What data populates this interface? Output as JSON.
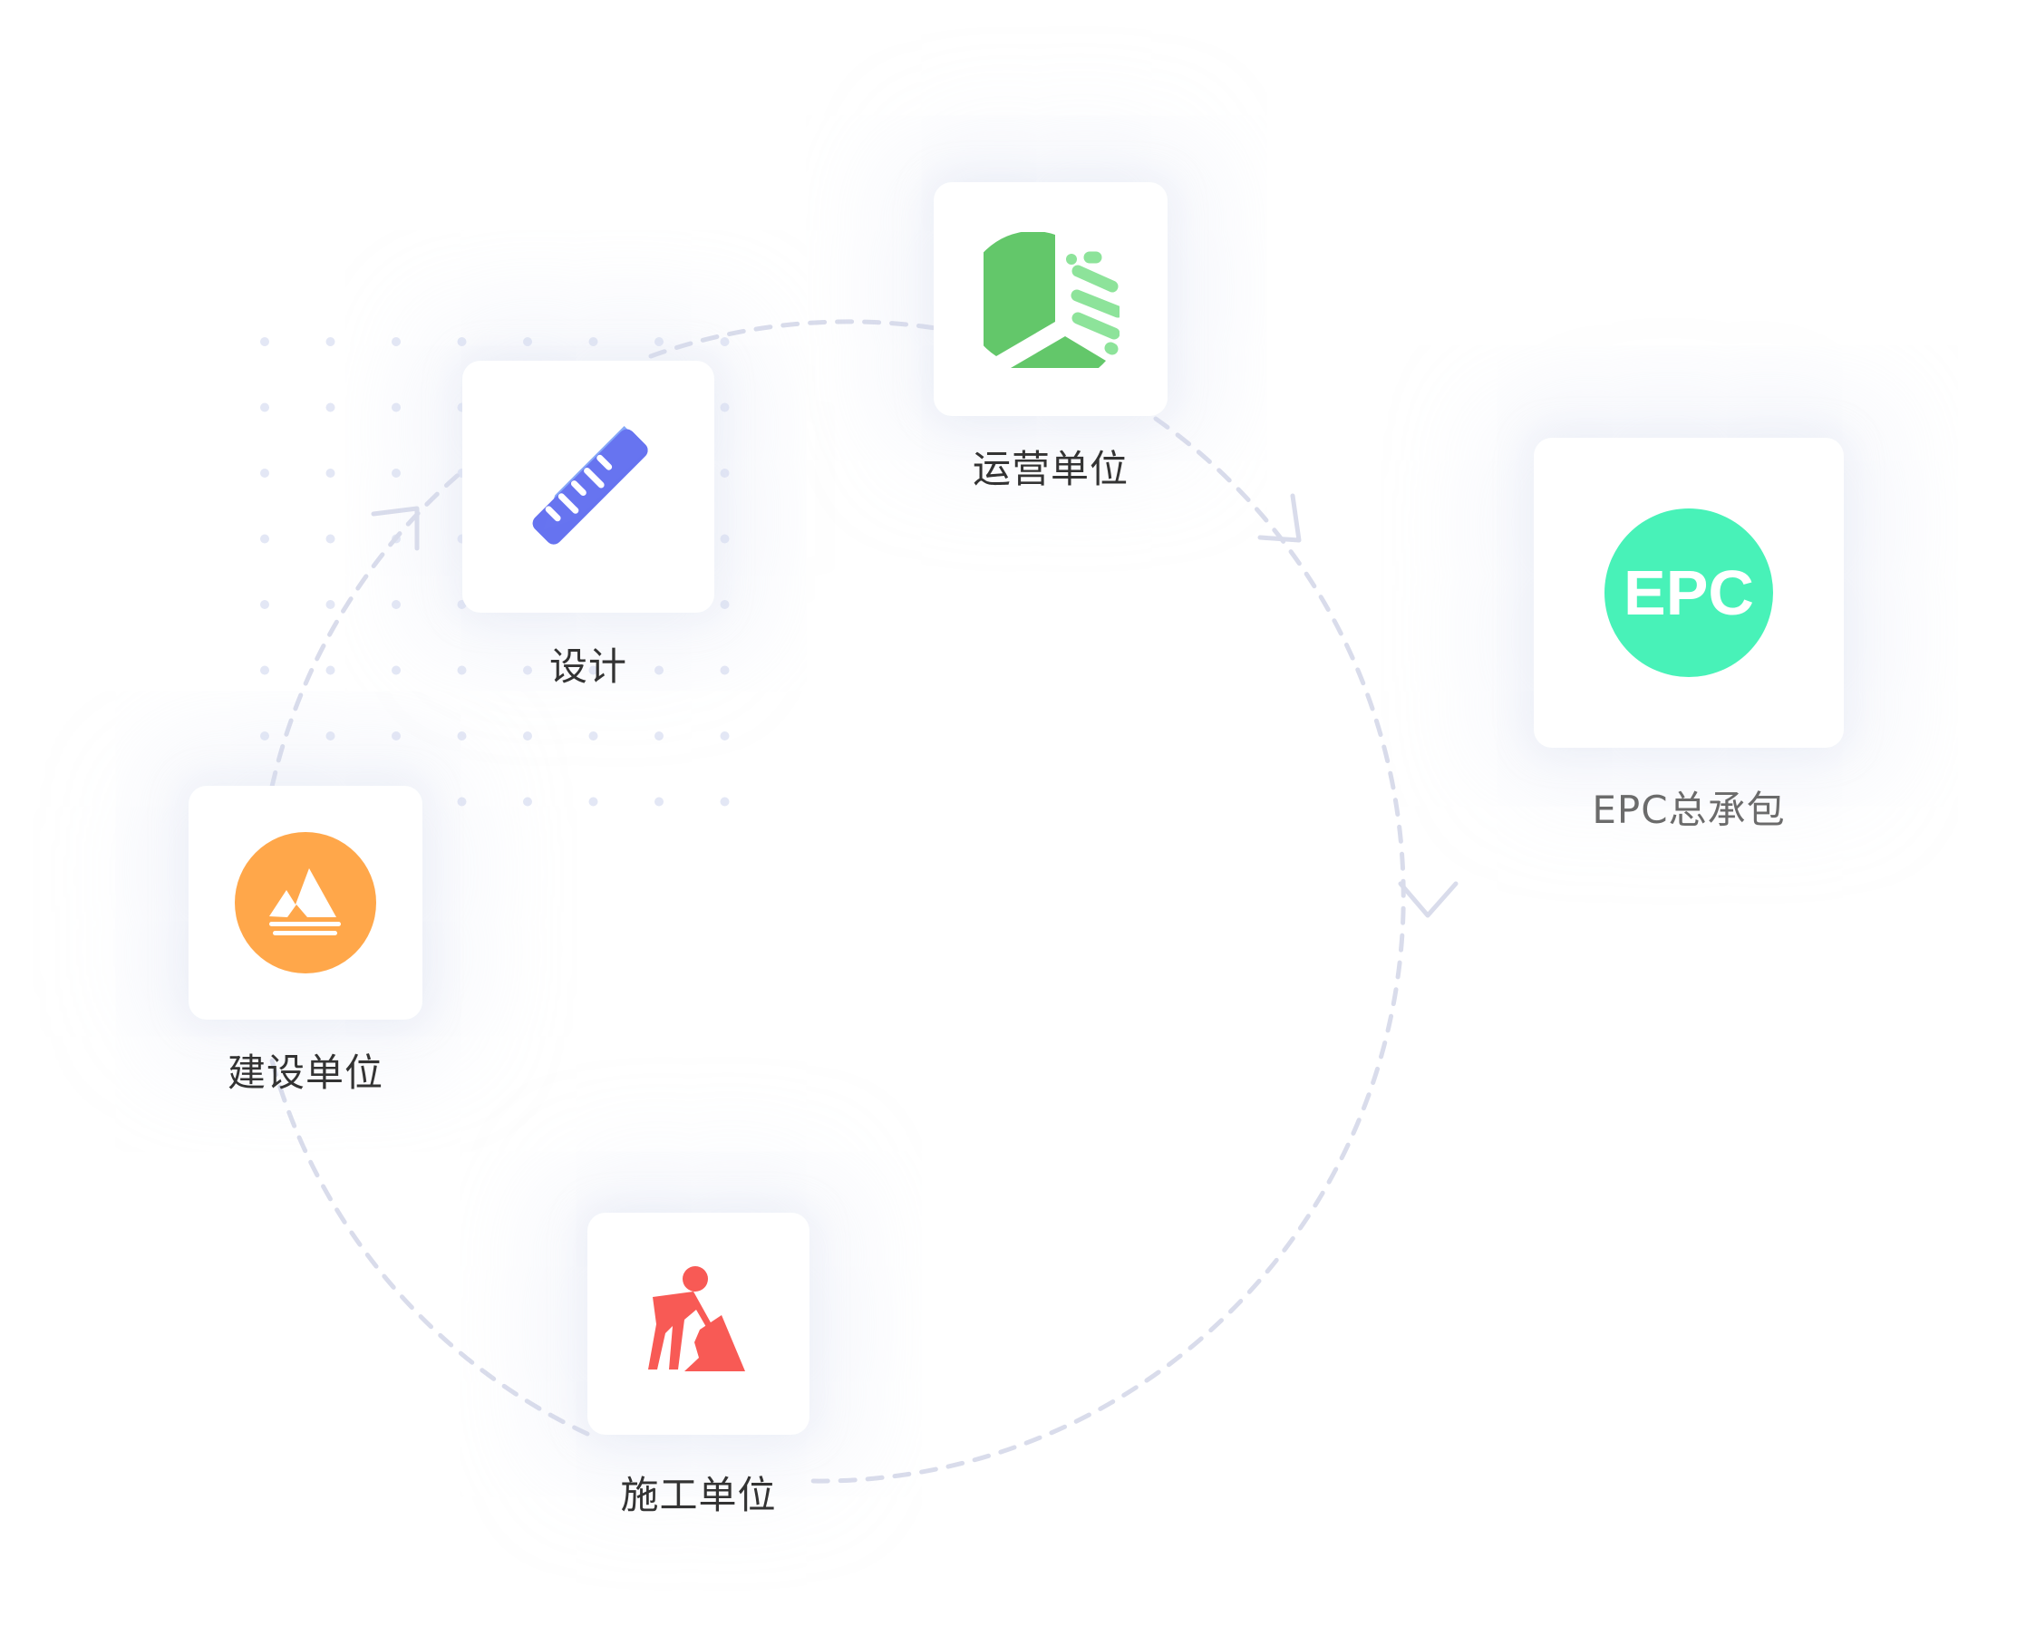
{
  "nodes": {
    "operations": {
      "label": "运营单位",
      "icon": "pie-chart-icon",
      "color": "#63c76a",
      "accent": "#8de39a"
    },
    "design": {
      "label": "设计",
      "icon": "ruler-pencil-icon",
      "color": "#6673f0",
      "accent": "#86a8f8"
    },
    "owner": {
      "label": "建设单位",
      "icon": "mountain-icon",
      "color": "#ffa74a"
    },
    "construction": {
      "label": "施工单位",
      "icon": "worker-digging-icon",
      "color": "#f85a55"
    },
    "epc": {
      "label": "EPC总承包",
      "badge": "EPC",
      "icon": "epc-badge-icon",
      "color": "#48f2b8"
    }
  },
  "colors": {
    "dash": "#d9dceb",
    "dots": "#e3e7f5"
  }
}
